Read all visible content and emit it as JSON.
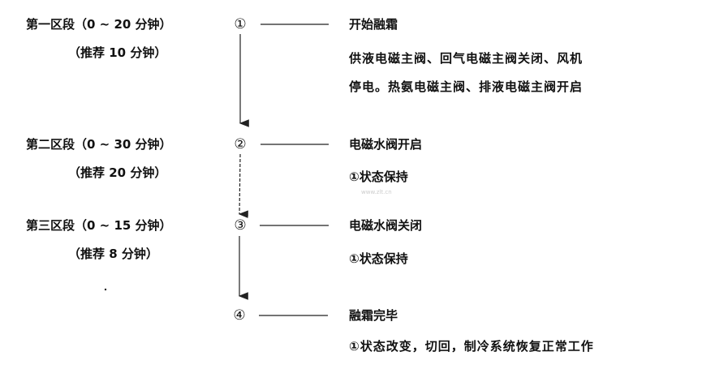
{
  "segments": [
    {
      "label": "第一区段（0 ~ 20 分钟）",
      "recommend": "（推荐 10 分钟）"
    },
    {
      "label": "第二区段（0 ~ 30 分钟）",
      "recommend": "（推荐 20 分钟）"
    },
    {
      "label": "第三区段（0 ~ 15 分钟）",
      "recommend": "（推荐 8 分钟）"
    }
  ],
  "steps": [
    {
      "marker": "①",
      "title": "开始融霜",
      "desc": [
        "供液电磁主阀、回气电磁主阀关闭、风机",
        "停电。热氨电磁主阀、排液电磁主阀开启"
      ]
    },
    {
      "marker": "②",
      "title": "电磁水阀开启",
      "desc": [
        "①状态保持"
      ]
    },
    {
      "marker": "③",
      "title": "电磁水阀关闭",
      "desc": [
        "①状态保持"
      ]
    },
    {
      "marker": "④",
      "title": "融霜完毕",
      "desc": [
        "①状态改变，切回，制冷系统恢复正常工作"
      ]
    }
  ],
  "watermark": "www.zlt.cn"
}
